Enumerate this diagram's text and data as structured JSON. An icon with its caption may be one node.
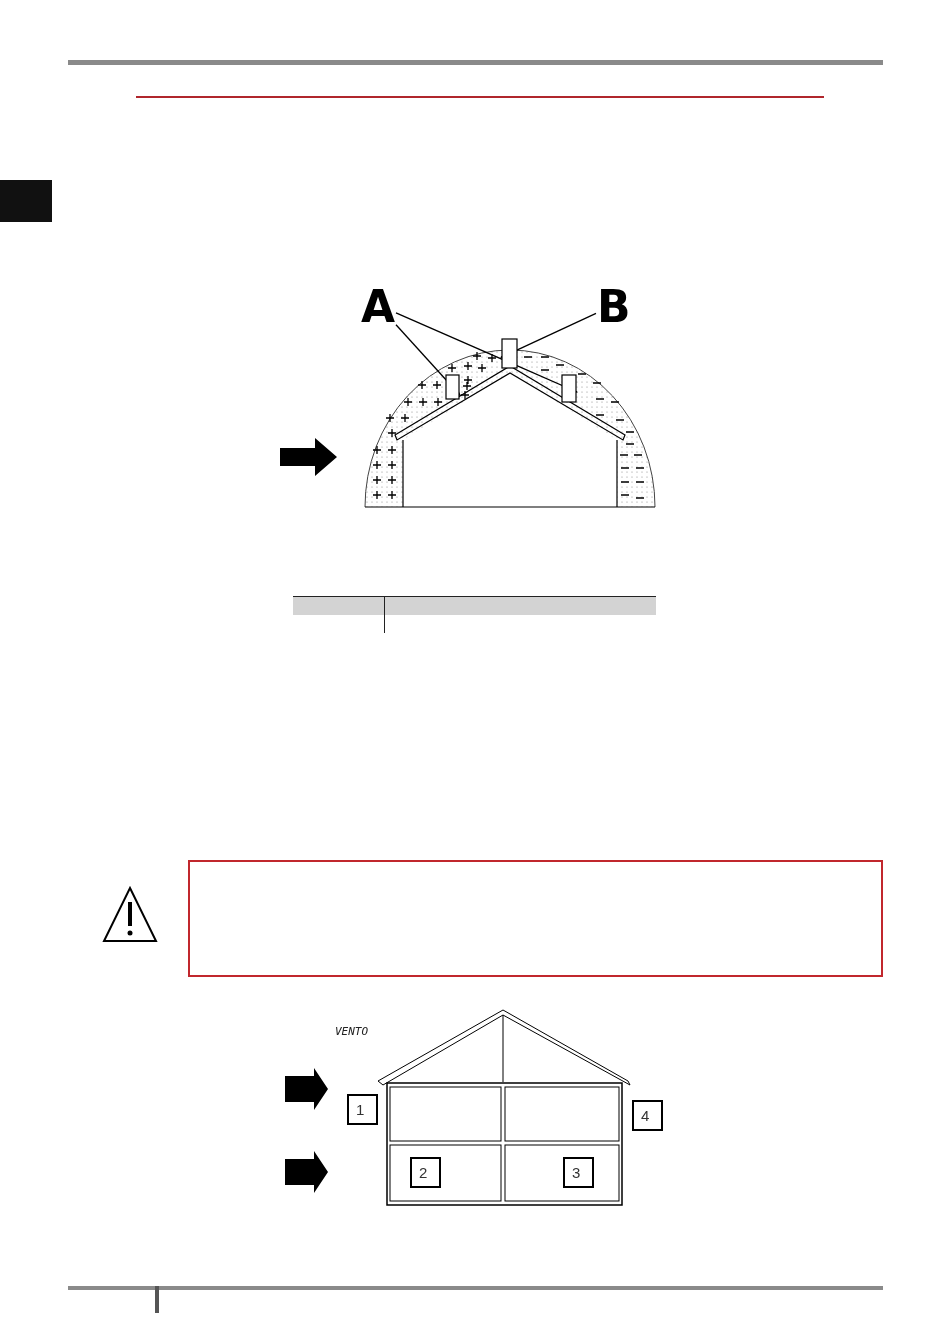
{
  "diagram": {
    "nodes": [
      {
        "text": [
          "A"
        ]
      },
      {
        "text": [
          "B"
        ]
      },
      {
        "text": [],
        "shape": "box"
      },
      {
        "text": [],
        "shape": "box"
      },
      {
        "text": [],
        "shape": "box"
      },
      {
        "text": [],
        "shape": "box"
      },
      {
        "text": [
          "1"
        ]
      },
      {
        "text": [
          "4"
        ]
      },
      {
        "text": [
          "2"
        ]
      },
      {
        "text": [
          "3"
        ]
      }
    ],
    "edges": [
      {
        "from": 0,
        "to": 2,
        "arrow": "to"
      },
      {
        "from": 0,
        "to": 4,
        "arrow": "to"
      },
      {
        "from": 1,
        "to": 3,
        "arrow": "to"
      }
    ],
    "labels": [
      "VENTO"
    ]
  }
}
